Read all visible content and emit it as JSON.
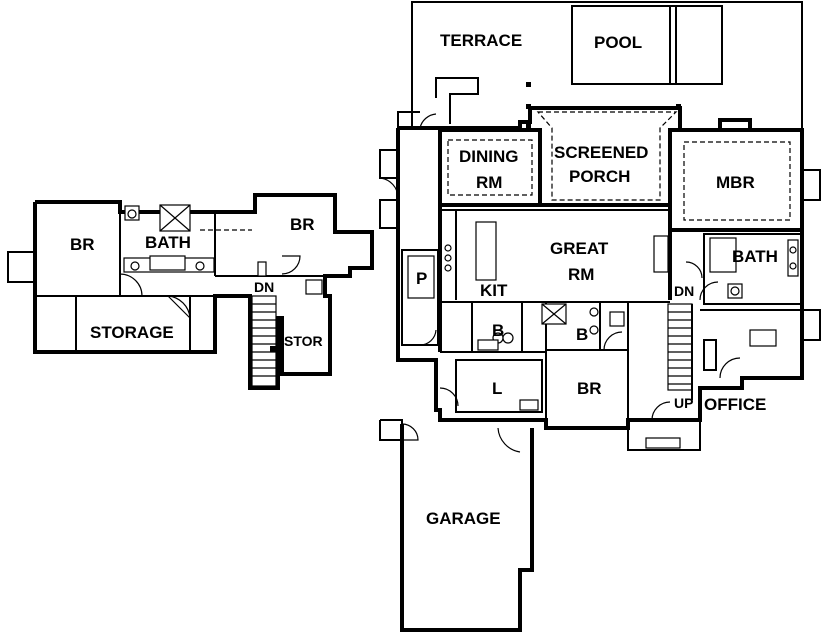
{
  "rooms": {
    "terrace": "TERRACE",
    "pool": "POOL",
    "dining_1": "DINING",
    "dining_2": "RM",
    "screened_1": "SCREENED",
    "screened_2": "PORCH",
    "mbr": "MBR",
    "great_1": "GREAT",
    "great_2": "RM",
    "kit": "KIT",
    "pantry": "P",
    "bath_master": "BATH",
    "dn_main": "DN",
    "b_1": "B",
    "b_2": "B",
    "laundry": "L",
    "br_main": "BR",
    "up": "UP",
    "office": "OFFICE",
    "garage": "GARAGE",
    "br_upper_left": "BR",
    "bath_upper": "BATH",
    "br_upper_right": "BR",
    "dn_upper": "DN",
    "storage": "STORAGE",
    "stor": "STOR"
  }
}
